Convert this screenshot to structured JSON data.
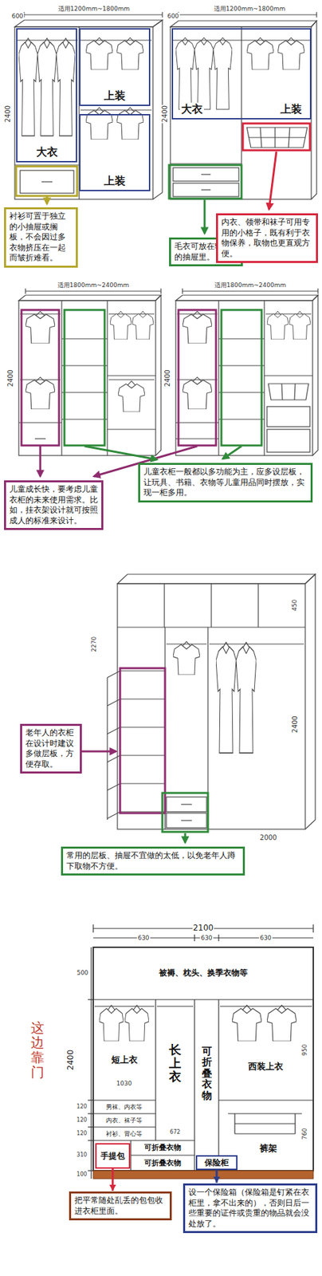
{
  "diagram": {
    "nodes": [
      {
        "text": [
          "大衣"
        ]
      },
      {
        "text": [
          "上装"
        ]
      },
      {
        "text": [
          "上装"
        ]
      },
      {
        "text": [
          "大衣",
          "上装"
        ]
      },
      {
        "text": [
          "衬衫可置于独立的小抽屉或搁板，不会因过多衣物挤压在一起而皱折难看。"
        ]
      },
      {
        "text": [
          "毛衣可放在较深的抽屉里。"
        ]
      },
      {
        "text": [
          "内衣、领带和袜子可用专用的小格子，既有利于衣物保养，取物也更直观方便。"
        ]
      },
      {
        "text": [
          "儿童成长快，要考虑儿童衣柜的未来使用需求。比如，挂衣架设计就可按照成人的标准来设计。"
        ]
      },
      {
        "text": [
          "儿童衣柜一般都以多功能为主，应多设层板，让玩具、书籍、衣物等儿童用品同时摆放，实现一柜多用。"
        ]
      },
      {
        "text": [
          "老年人的衣柜在设计时建议多做层板，方便存取。"
        ]
      },
      {
        "text": [
          "常用的层板、抽屉不宜做的太低，以免老年人蹲下取物不方便。"
        ]
      },
      {
        "text": [
          "手提包"
        ]
      },
      {
        "text": [
          "保险柜"
        ]
      },
      {
        "text": [
          "把平常随处乱丢的包包收进衣柜里面。"
        ]
      },
      {
        "text": [
          "设一个保险箱（保险箱是钉紧在衣柜里，拿不出来的），否则日后一些重要的证件或贵重的物品就会没处放了。"
        ]
      }
    ],
    "edges": [
      {
        "from": 11,
        "to": 13,
        "arrow": "to"
      },
      {
        "from": 12,
        "to": 14,
        "arrow": "to"
      }
    ],
    "labels": [
      "600",
      "适用1200mm~1800mm",
      "2400",
      "600",
      "适用1200mm~1800mm",
      "2400",
      "适用1800mm~2400mm",
      "2400",
      "适用1800mm~2400mm",
      "2400",
      "2270",
      "2400",
      "2000",
      "450",
      "2100",
      "630",
      "630",
      "630",
      "这边靠门",
      "2400",
      "500",
      "被褥、枕头、换季衣物等",
      "短上衣",
      "1030",
      "长上衣",
      "可折叠衣物",
      "西装上衣",
      "950",
      "男袜、内衣等",
      "内衣、袜子等",
      "衬衫、背心等",
      "120",
      "120",
      "120",
      "672",
      "可折叠衣物",
      "可折叠衣物",
      "760",
      "裤架",
      "310",
      "100"
    ]
  }
}
